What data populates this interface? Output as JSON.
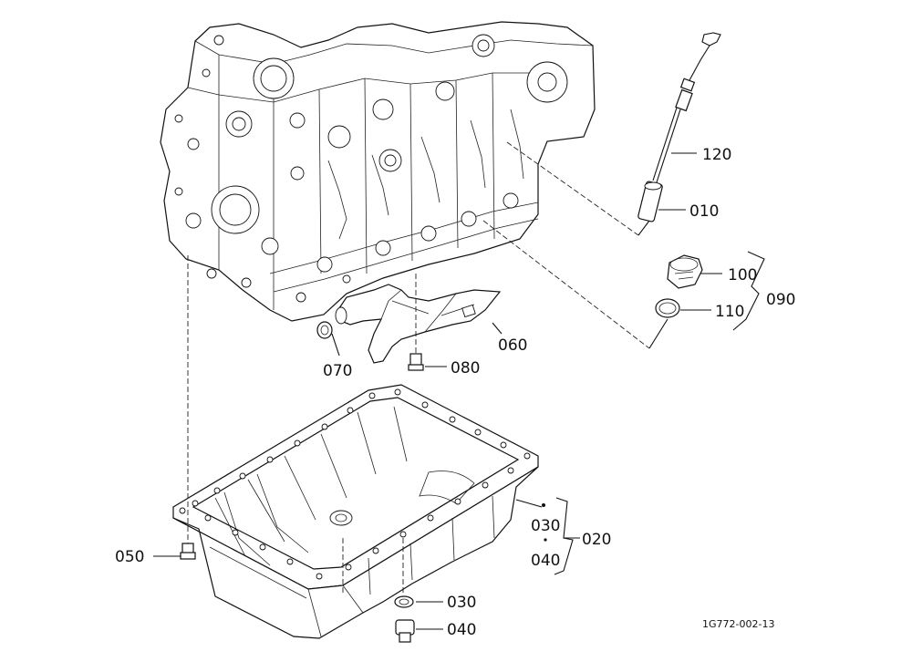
{
  "diagram": {
    "reference_code": "1G772-002-13",
    "callouts": {
      "dipstick": "120",
      "dipstick_guide": "010",
      "filler_cap": "100",
      "o_ring": "110",
      "cap_assembly": "090",
      "oil_strainer": "060",
      "strainer_o_ring": "070",
      "strainer_bolt": "080",
      "pan_bolt": "050",
      "pan_gasket_upper": "030",
      "pan_gasket_lower": "040",
      "oil_pan_assembly": "020",
      "drain_washer": "030",
      "drain_plug": "040"
    }
  }
}
